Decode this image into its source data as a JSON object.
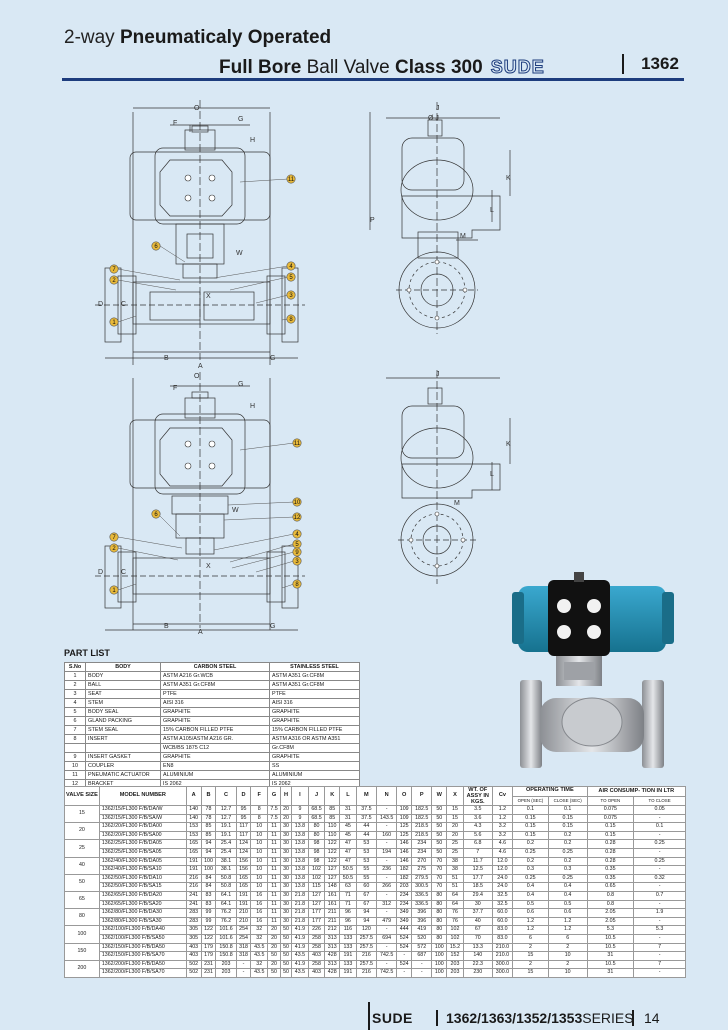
{
  "header": {
    "title_prefix": "2-way",
    "title_bold": "Pneumaticaly Operated",
    "subtitle_bold1": "Full Bore",
    "subtitle_mid": "Ball Valve",
    "subtitle_bold2": "Class 300",
    "brand": "SUDE",
    "model": "1362"
  },
  "drawing_labels": {
    "top": {
      "O": "O",
      "F": "F",
      "G": "G",
      "H": "H",
      "J": "J",
      "Oj": "Ø J",
      "K": "K",
      "L": "L",
      "P": "P",
      "M": "M",
      "W": "W",
      "D": "D",
      "C": "C",
      "X": "X",
      "B": "B",
      "A": "A",
      "G2": "G"
    },
    "bottom": {
      "O": "O",
      "F": "F",
      "G": "G",
      "H": "H",
      "J": "J",
      "K": "K",
      "L": "L",
      "M": "M",
      "W": "W",
      "D": "D",
      "C": "C",
      "X": "X",
      "B": "B",
      "A": "A",
      "G2": "G"
    },
    "balloons_top": [
      "11",
      "6",
      "7",
      "2",
      "4",
      "5",
      "3",
      "8",
      "1"
    ],
    "balloons_bottom": [
      "11",
      "10",
      "12",
      "6",
      "7",
      "2",
      "4",
      "5",
      "9",
      "3",
      "8",
      "1"
    ]
  },
  "part_list": {
    "title": "PART LIST",
    "headers": [
      "S.No",
      "BODY",
      "CARBON STEEL",
      "STAINLESS STEEL"
    ],
    "rows": [
      [
        "1",
        "BODY",
        "ASTM A216 Gr.WCB",
        "ASTM A351 Gr.CF8M"
      ],
      [
        "2",
        "BALL",
        "ASTM A351 Gr.CF8M",
        "ASTM A351 Gr.CF8M"
      ],
      [
        "3",
        "SEAT",
        "PTFE",
        "PTFE"
      ],
      [
        "4",
        "STEM",
        "AISI 316",
        "AISI 316"
      ],
      [
        "5",
        "BODY SEAL",
        "GRAPHITE",
        "GRAPHITE"
      ],
      [
        "6",
        "GLAND PACKING",
        "GRAPHITE",
        "GRAPHITE"
      ],
      [
        "7",
        "STEM SEAL",
        "15% CARBON FILLED PTFE",
        "15% CARBON FILLED PTFE"
      ],
      [
        "8",
        "INSERT",
        "ASTM A105/ASTM A216 GR.",
        "ASTM A316 OR ASTM A351"
      ],
      [
        "",
        "",
        "WCB/BS 1875 C12",
        "Gr.CF8M"
      ],
      [
        "9",
        "INSERT GASKET",
        "GRAPHITE",
        "GRAPHITE"
      ],
      [
        "10",
        "COUPLER",
        "EN8",
        "SS"
      ],
      [
        "11",
        "PNEUMATIC ACTUATOR",
        "ALUMINIUM",
        "ALUMINIUM"
      ],
      [
        "12",
        "BRACKET",
        "IS 2062",
        "IS 2062"
      ]
    ]
  },
  "dim_table": {
    "h_valve_size": "VALVE SIZE",
    "h_model": "MODEL NUMBER",
    "h_cols": [
      "A",
      "B",
      "C",
      "D",
      "F",
      "G",
      "H",
      "I",
      "J",
      "K",
      "L",
      "M",
      "N",
      "O",
      "P",
      "W",
      "X"
    ],
    "h_wt": "WT. OF ASSY IN KGS.",
    "h_cv": "Cv",
    "h_op": "OPERATING TIME",
    "h_op_sub": [
      "OPEN (SEC)",
      "CLOSE (SEC)"
    ],
    "h_air": "AIR CONSUMP- TION IN LTR",
    "h_air_sub": [
      "TO OPEN",
      "TO CLOSE"
    ],
    "groups": [
      {
        "size": "15",
        "rows": [
          [
            "1362/15/FL300 F/B/DA/W",
            "140",
            "78",
            "12.7",
            "95",
            "8",
            "7.5",
            "20",
            "9",
            "68.5",
            "85",
            "31",
            "37.5",
            "-",
            "109",
            "182.5",
            "50",
            "15",
            "3.5",
            "1.2",
            "0.1",
            "0.1",
            "0.075",
            "0.05"
          ],
          [
            "1362/15/FL300 F/B/SA/W",
            "140",
            "78",
            "12.7",
            "95",
            "8",
            "7.5",
            "20",
            "9",
            "68.5",
            "85",
            "31",
            "37.5",
            "143.5",
            "109",
            "182.5",
            "50",
            "15",
            "3.6",
            "1.2",
            "0.15",
            "0.15",
            "0.075",
            "-"
          ]
        ]
      },
      {
        "size": "20",
        "rows": [
          [
            "1362/20/FL300 F/B/DA00",
            "153",
            "85",
            "19.1",
            "117",
            "10",
            "11",
            "30",
            "13.8",
            "80",
            "110",
            "45",
            "44",
            "-",
            "125",
            "218.5",
            "50",
            "20",
            "4.3",
            "3.2",
            "0.15",
            "0.15",
            "0.15",
            "0.1"
          ],
          [
            "1362/20/FL300 F/B/SA00",
            "153",
            "85",
            "19.1",
            "117",
            "10",
            "11",
            "30",
            "13.8",
            "80",
            "110",
            "45",
            "44",
            "160",
            "125",
            "218.5",
            "50",
            "20",
            "5.6",
            "3.2",
            "0.15",
            "0.2",
            "0.15",
            "-"
          ]
        ]
      },
      {
        "size": "25",
        "rows": [
          [
            "1362/25/FL300 F/B/DA05",
            "165",
            "94",
            "25.4",
            "124",
            "10",
            "11",
            "30",
            "13.8",
            "98",
            "122",
            "47",
            "53",
            "-",
            "146",
            "234",
            "50",
            "25",
            "6.8",
            "4.6",
            "0.2",
            "0.2",
            "0.28",
            "0.25"
          ],
          [
            "1362/25/FL300 F/B/SA05",
            "165",
            "94",
            "25.4",
            "124",
            "10",
            "11",
            "30",
            "13.8",
            "98",
            "122",
            "47",
            "53",
            "194",
            "146",
            "234",
            "50",
            "25",
            "7",
            "4.6",
            "0.25",
            "0.25",
            "0.28",
            "-"
          ]
        ]
      },
      {
        "size": "40",
        "rows": [
          [
            "1362/40/FL300 F/B/DA05",
            "191",
            "100",
            "38.1",
            "156",
            "10",
            "11",
            "30",
            "13.8",
            "98",
            "122",
            "47",
            "53",
            "-",
            "146",
            "270",
            "70",
            "38",
            "11.7",
            "12.0",
            "0.2",
            "0.2",
            "0.28",
            "0.25"
          ],
          [
            "1362/40/FL300 F/B/SA10",
            "191",
            "100",
            "38.1",
            "156",
            "10",
            "11",
            "30",
            "13.8",
            "102",
            "127",
            "50.5",
            "55",
            "236",
            "182",
            "275",
            "70",
            "38",
            "12.5",
            "12.0",
            "0.3",
            "0.3",
            "0.35",
            "-"
          ]
        ]
      },
      {
        "size": "50",
        "rows": [
          [
            "1362/50/FL300 F/B/DA10",
            "216",
            "84",
            "50.8",
            "165",
            "10",
            "11",
            "30",
            "13.8",
            "102",
            "127",
            "50.5",
            "55",
            "-",
            "182",
            "279.5",
            "70",
            "51",
            "17.7",
            "24.0",
            "0.25",
            "0.25",
            "0.35",
            "0.32"
          ],
          [
            "1362/50/FL300 F/B/SA15",
            "216",
            "84",
            "50.8",
            "165",
            "10",
            "11",
            "30",
            "13.8",
            "115",
            "148",
            "63",
            "60",
            "266",
            "203",
            "300.5",
            "70",
            "51",
            "18.5",
            "24.0",
            "0.4",
            "0.4",
            "0.65",
            "-"
          ]
        ]
      },
      {
        "size": "65",
        "rows": [
          [
            "1362/65/FL300 F/B/DA20",
            "241",
            "83",
            "64.1",
            "191",
            "16",
            "11",
            "30",
            "21.8",
            "127",
            "161",
            "71",
            "67",
            "-",
            "234",
            "336.5",
            "80",
            "64",
            "29.4",
            "32.5",
            "0.4",
            "0.4",
            "0.8",
            "0.7"
          ],
          [
            "1362/65/FL300 F/B/SA20",
            "241",
            "83",
            "64.1",
            "191",
            "16",
            "11",
            "30",
            "21.8",
            "127",
            "161",
            "71",
            "67",
            "312",
            "234",
            "336.5",
            "80",
            "64",
            "30",
            "32.5",
            "0.5",
            "0.5",
            "0.8",
            "-"
          ]
        ]
      },
      {
        "size": "80",
        "rows": [
          [
            "1362/80/FL300 F/B/DA30",
            "283",
            "99",
            "76.2",
            "210",
            "16",
            "11",
            "30",
            "21.8",
            "177",
            "211",
            "96",
            "94",
            "-",
            "349",
            "396",
            "80",
            "76",
            "37.7",
            "60.0",
            "0.6",
            "0.6",
            "2.05",
            "1.9"
          ],
          [
            "1362/80/FL300 F/B/SA30",
            "283",
            "99",
            "76.2",
            "210",
            "16",
            "11",
            "30",
            "21.8",
            "177",
            "211",
            "96",
            "94",
            "479",
            "349",
            "396",
            "80",
            "76",
            "40",
            "60.0",
            "1.2",
            "1.2",
            "2.05",
            "-"
          ]
        ]
      },
      {
        "size": "100",
        "rows": [
          [
            "1362/100/FL300 F/B/DA40",
            "305",
            "122",
            "101.6",
            "254",
            "32",
            "20",
            "50",
            "41.9",
            "226",
            "212",
            "116",
            "120",
            "-",
            "444",
            "419",
            "80",
            "102",
            "67",
            "83.0",
            "1.2",
            "1.2",
            "5.3",
            "5.3"
          ],
          [
            "1362/100/FL300 F/B/SA50",
            "305",
            "122",
            "101.6",
            "254",
            "32",
            "20",
            "50",
            "41.9",
            "258",
            "313",
            "133",
            "257.5",
            "694",
            "524",
            "520",
            "80",
            "102",
            "70",
            "83.0",
            "6",
            "6",
            "10.5",
            "-"
          ]
        ]
      },
      {
        "size": "150",
        "rows": [
          [
            "1362/150/FL300 F/B/DA50",
            "403",
            "179",
            "150.8",
            "318",
            "43.5",
            "20",
            "50",
            "41.9",
            "258",
            "313",
            "133",
            "257.5",
            "-",
            "524",
            "572",
            "100",
            "15.2",
            "13.3",
            "210.0",
            "2",
            "2",
            "10.5",
            "7"
          ],
          [
            "1362/150/FL300 F/B/SA70",
            "403",
            "179",
            "150.8",
            "318",
            "43.5",
            "50",
            "50",
            "43.5",
            "403",
            "428",
            "191",
            "216",
            "742.5",
            "-",
            "687",
            "100",
            "152",
            "140",
            "210.0",
            "15",
            "10",
            "31",
            "-"
          ]
        ]
      },
      {
        "size": "200",
        "rows": [
          [
            "1362/200/FL300 F/B/DA50",
            "502",
            "231",
            "203",
            "-",
            "32",
            "20",
            "50",
            "41.9",
            "258",
            "313",
            "133",
            "257.5",
            "-",
            "524",
            "-",
            "100",
            "203",
            "22.3",
            "300.0",
            "2",
            "2",
            "10.5",
            "7"
          ],
          [
            "1362/200/FL300 F/B/SA70",
            "502",
            "231",
            "203",
            "-",
            "43.5",
            "50",
            "50",
            "43.5",
            "403",
            "428",
            "191",
            "216",
            "742.5",
            "-",
            "-",
            "100",
            "203",
            "230",
            "300.0",
            "15",
            "10",
            "31",
            "-"
          ]
        ]
      }
    ]
  },
  "footer": {
    "brand": "SUDE",
    "series_bold": "1362/1363/1352/1353",
    "series_light": "SERIES",
    "page": "14"
  },
  "colors": {
    "background": "#d9e8f4",
    "accent": "#1d3c7d",
    "balloon": "#e8b93a",
    "actuator": "#1f8fb5"
  }
}
